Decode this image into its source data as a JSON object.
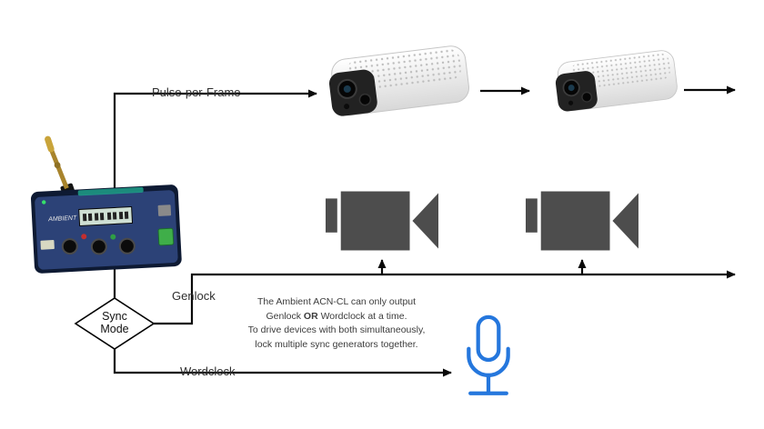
{
  "labels": {
    "pulse_per_frame": "Pulse-per-Frame",
    "genlock": "Genlock",
    "wordclock": "Wordclock",
    "sync_mode": "Sync Mode"
  },
  "note": {
    "line1": "The Ambient ACN-CL can only output",
    "line2_pre": "Genlock ",
    "line2_bold": "OR",
    "line2_post": " Wordclock at a time.",
    "line3": "To drive devices with both simultaneously,",
    "line4": "lock multiple sync generators together."
  },
  "device": {
    "brand": "AMBIENT"
  },
  "colors": {
    "line": "#0a0a0a",
    "camcorder_gray": "#4d4d4d",
    "mic_blue": "#2577dd",
    "device_navy": "#2c4277",
    "antenna_gold": "#a8842c"
  }
}
